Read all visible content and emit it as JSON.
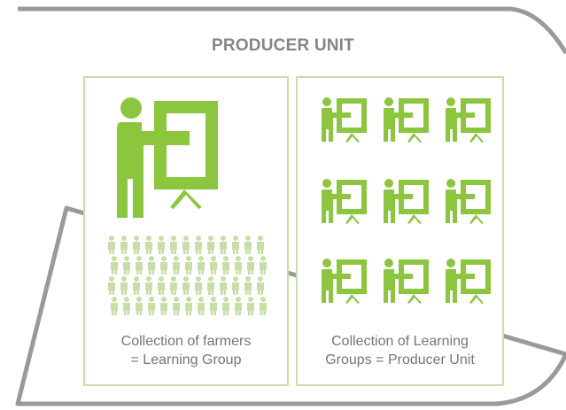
{
  "title": "PRODUCER UNIT",
  "left_panel": {
    "caption_line1": "Collection of farmers",
    "caption_line2": "= Learning Group",
    "icon": "presenter-board-icon",
    "crowd_icon": "farmer-crowd-icon"
  },
  "right_panel": {
    "caption_line1": "Collection of Learning",
    "caption_line2": "Groups = Producer Unit",
    "icon": "learning-group-icon"
  },
  "colors": {
    "accent_green": "#8cc63f",
    "light_green": "#c8dea8",
    "frame_gray": "#9a9a9a",
    "title_gray": "#858585",
    "caption_gray": "#767676"
  }
}
